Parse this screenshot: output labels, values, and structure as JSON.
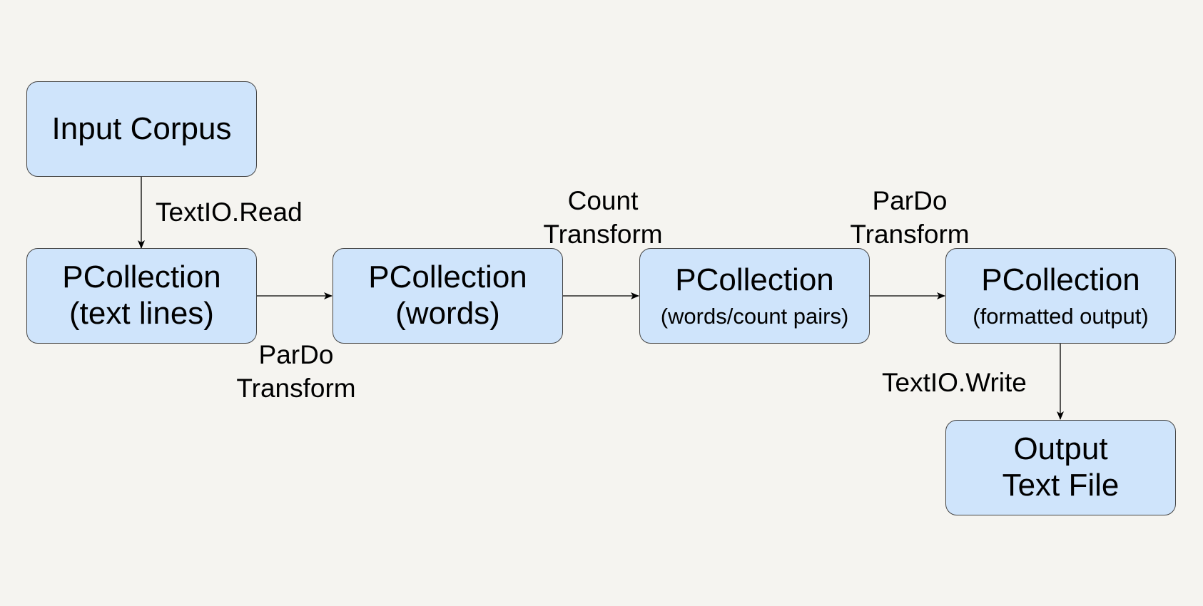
{
  "nodes": {
    "input_corpus": {
      "line1": "Input Corpus"
    },
    "pc_text_lines": {
      "line1": "PCollection",
      "line2": "(text lines)"
    },
    "pc_words": {
      "line1": "PCollection",
      "line2": "(words)"
    },
    "pc_word_counts": {
      "line1": "PCollection",
      "line2": "(words/count pairs)"
    },
    "pc_formatted": {
      "line1": "PCollection",
      "line2": "(formatted output)"
    },
    "output_file": {
      "line1": "Output",
      "line2": "Text File"
    }
  },
  "edges": {
    "read": {
      "label": "TextIO.Read"
    },
    "pardo1": {
      "line1": "ParDo",
      "line2": "Transform"
    },
    "count": {
      "line1": "Count",
      "line2": "Transform"
    },
    "pardo2": {
      "line1": "ParDo",
      "line2": "Transform"
    },
    "write": {
      "label": "TextIO.Write"
    }
  },
  "colors": {
    "node_fill": "#cfe4fb",
    "node_border": "#444444",
    "background": "#f5f4f0",
    "edge": "#000000"
  }
}
